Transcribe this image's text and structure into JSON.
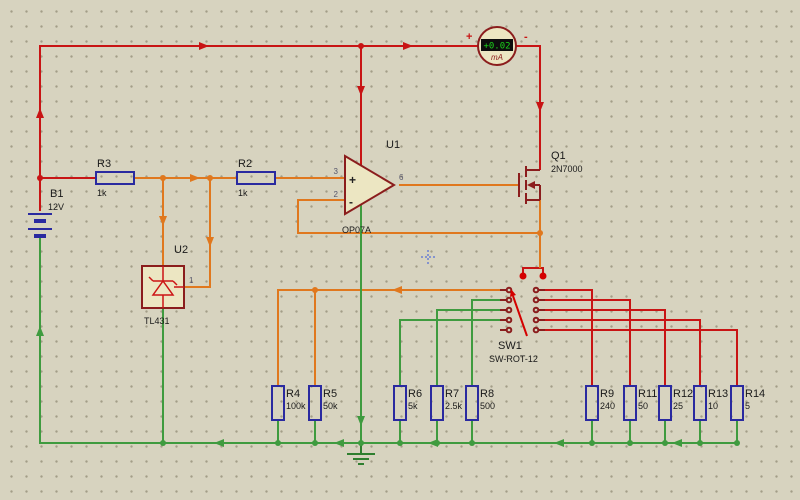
{
  "canvas": {
    "background": "#d7d3bf",
    "grid_dot": "#a39e88"
  },
  "colors": {
    "wire_positive": "#c81414",
    "wire_signal": "#e0781e",
    "wire_ground": "#3f9b3f",
    "component_outline": "#8b1d1d",
    "passive_outline": "#2a2aa0",
    "display_bg": "#0d0d0d",
    "display_text": "#1ad41a"
  },
  "components": {
    "battery": {
      "ref": "B1",
      "value": "12V"
    },
    "r3": {
      "ref": "R3",
      "value": "1k"
    },
    "r2": {
      "ref": "R2",
      "value": "1k"
    },
    "opamp": {
      "ref": "U1",
      "value": "OP07A",
      "pin_noninv": "3",
      "pin_inv": "2",
      "pin_out": "6",
      "plus_sign": "+",
      "minus_sign": "-"
    },
    "mosfet": {
      "ref": "Q1",
      "value": "2N7000"
    },
    "shunt_ref": {
      "ref": "U2",
      "value": "TL431",
      "pin_ref": "1"
    },
    "rotary_switch": {
      "ref": "SW1",
      "value": "SW-ROT-12"
    },
    "ammeter": {
      "reading": "+0.02",
      "unit": "mA",
      "plus_terminal": "+",
      "minus_terminal": "-"
    },
    "resistors": [
      {
        "ref": "R4",
        "value": "100k"
      },
      {
        "ref": "R5",
        "value": "50k"
      },
      {
        "ref": "R6",
        "value": "5k"
      },
      {
        "ref": "R7",
        "value": "2.5k"
      },
      {
        "ref": "R8",
        "value": "500"
      },
      {
        "ref": "R9",
        "value": "240"
      },
      {
        "ref": "R11",
        "value": "50"
      },
      {
        "ref": "R12",
        "value": "25"
      },
      {
        "ref": "R13",
        "value": "10"
      },
      {
        "ref": "R14",
        "value": "5"
      }
    ]
  }
}
